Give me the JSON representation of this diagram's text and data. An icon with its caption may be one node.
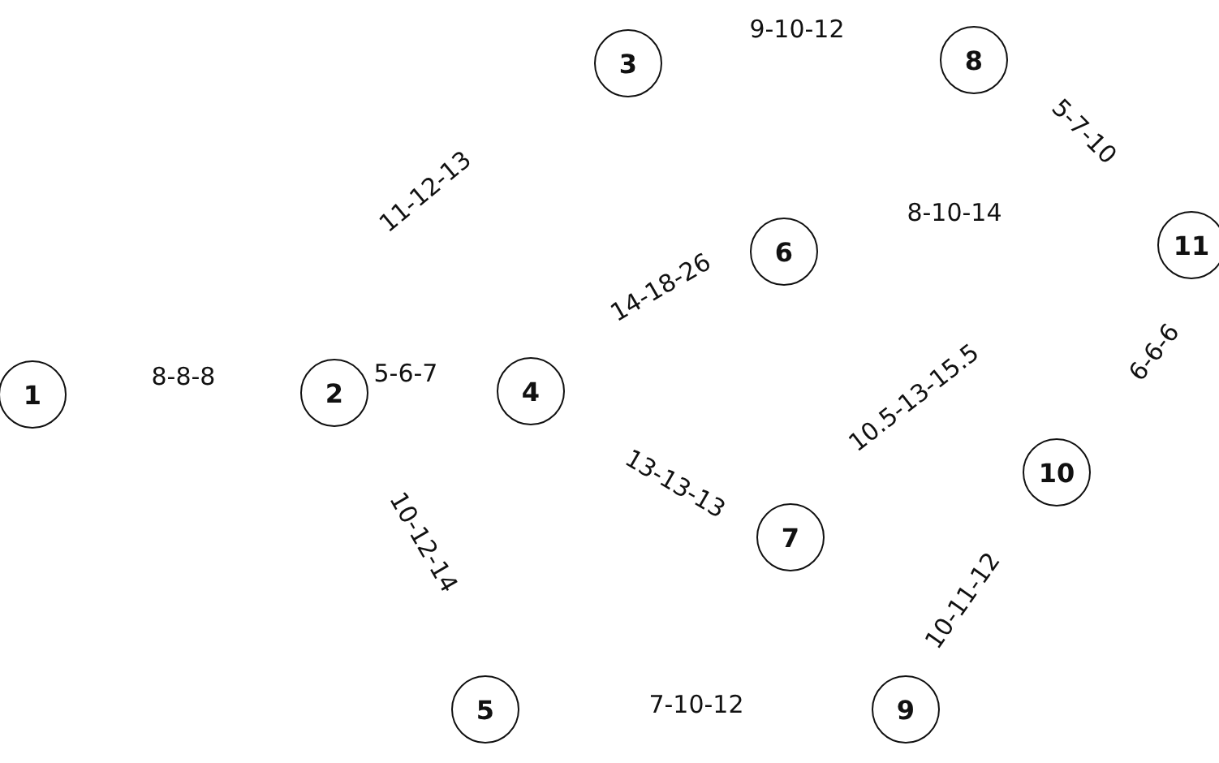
{
  "diagram": {
    "nodes": [
      {
        "text": [
          "1"
        ]
      },
      {
        "text": [
          "2"
        ]
      },
      {
        "text": [
          "3"
        ]
      },
      {
        "text": [
          "4"
        ]
      },
      {
        "text": [
          "5"
        ]
      },
      {
        "text": [
          "6"
        ]
      },
      {
        "text": [
          "7"
        ]
      },
      {
        "text": [
          "8"
        ]
      },
      {
        "text": [
          "9"
        ]
      },
      {
        "text": [
          "10"
        ]
      },
      {
        "text": [
          "11"
        ]
      }
    ],
    "labels": [
      "9-10-12",
      "5-7-10",
      "11-12-13",
      "8-10-14",
      "14-18-26",
      "10.5-13-15.5",
      "6-6-6",
      "8-8-8",
      "5-6-7",
      "13-13-13",
      "10-12-14",
      "10-11-12",
      "7-10-12"
    ]
  }
}
